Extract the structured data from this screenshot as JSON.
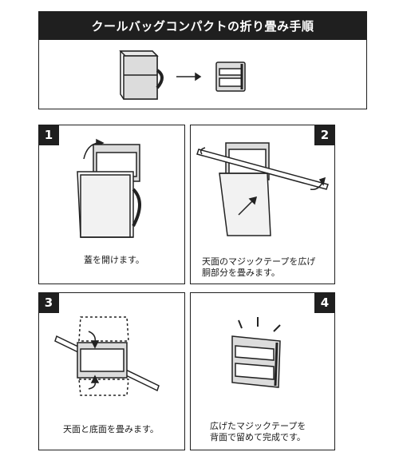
{
  "header": {
    "title": "クールバッグコンパクトの折り畳み手順"
  },
  "steps": [
    {
      "number": "1",
      "caption_lines": [
        "蓋を開けます。"
      ]
    },
    {
      "number": "2",
      "caption_lines": [
        "天面のマジックテープを広げ",
        "胴部分を畳みます。"
      ]
    },
    {
      "number": "3",
      "caption_lines": [
        "天面と底面を畳みます。"
      ]
    },
    {
      "number": "4",
      "caption_lines": [
        "広げたマジックテープを",
        "背面で留めて完成です。"
      ]
    }
  ]
}
